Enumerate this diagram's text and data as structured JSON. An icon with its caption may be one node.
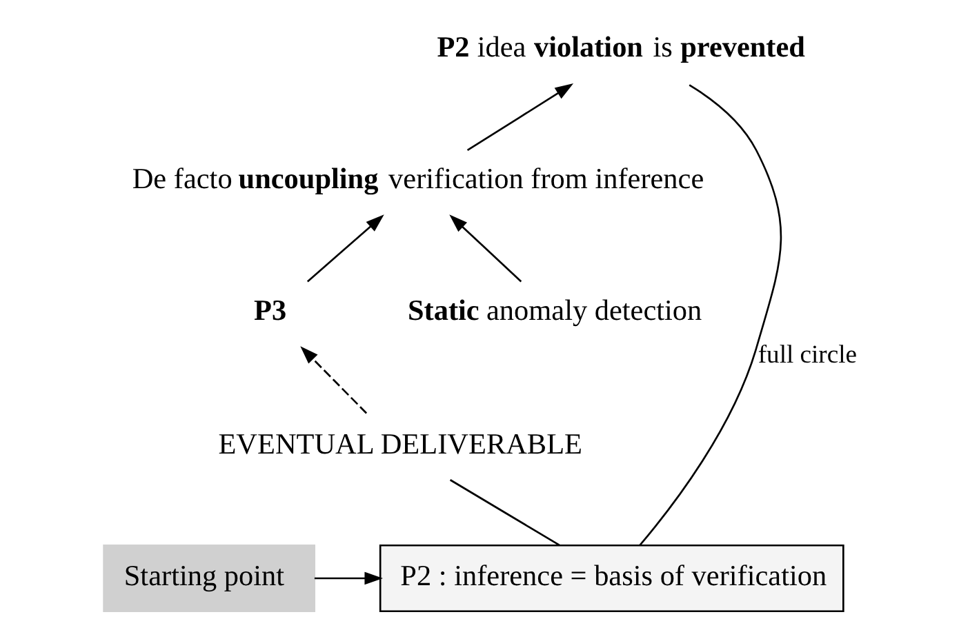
{
  "diagram": {
    "nodes": [
      {
        "text": [
          "Starting point"
        ]
      },
      {
        "text": [
          "P2 : inference = basis of verification"
        ]
      },
      {
        "text": [
          "EVENTUAL DELIVERABLE"
        ]
      },
      {
        "text": [
          "P3"
        ]
      },
      {
        "text": [
          "**Static** anomaly detection"
        ]
      },
      {
        "text": [
          "De facto **uncoupling** verification from inference"
        ]
      },
      {
        "text": [
          "**P2** idea **violation** is **prevented**"
        ]
      }
    ],
    "edges": [
      {
        "from": 0,
        "to": 1,
        "arrow": "to"
      },
      {
        "from": 1,
        "to": 2,
        "arrow": "none"
      },
      {
        "from": 2,
        "to": 3,
        "arrow": "to",
        "style": "dashed"
      },
      {
        "from": 3,
        "to": 5,
        "arrow": "to"
      },
      {
        "from": 4,
        "to": 5,
        "arrow": "to"
      },
      {
        "from": 5,
        "to": 6,
        "arrow": "to"
      },
      {
        "from": 1,
        "to": 6,
        "arrow": "none",
        "label": "full circle"
      }
    ]
  }
}
